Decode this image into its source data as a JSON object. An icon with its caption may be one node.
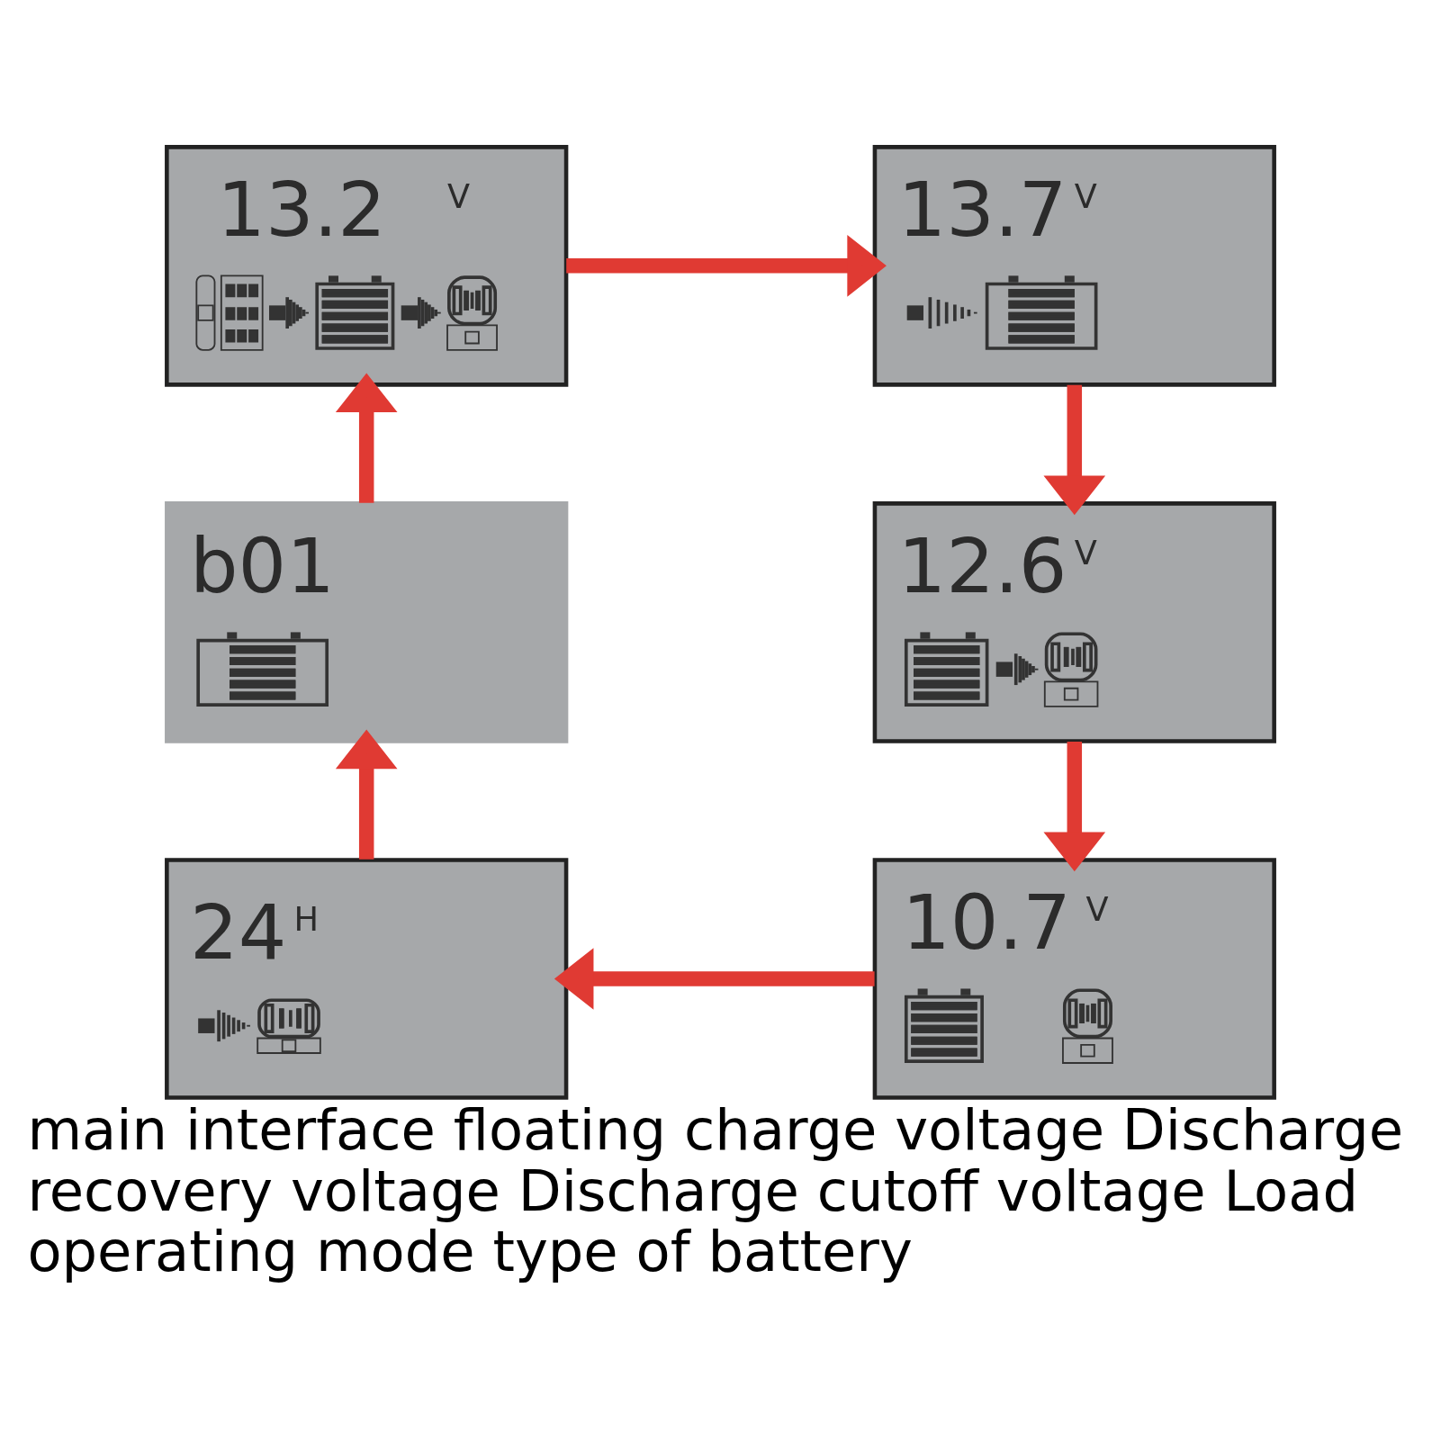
{
  "diagram": {
    "caption": "main interface floating charge voltage Discharge recovery voltage Discharge cutoff voltage Load operating mode type of battery",
    "nodes": [
      {
        "text": [
          "13.2",
          "V"
        ]
      },
      {
        "text": [
          "13.7",
          "V"
        ]
      },
      {
        "text": [
          "b01"
        ]
      },
      {
        "text": [
          "12.6",
          "V"
        ]
      },
      {
        "text": [
          "24",
          "H"
        ]
      },
      {
        "text": [
          "10.7",
          "V"
        ]
      }
    ],
    "edges": [
      {
        "from": 0,
        "to": 1,
        "arrow": "to"
      },
      {
        "from": 1,
        "to": 3,
        "arrow": "to"
      },
      {
        "from": 3,
        "to": 5,
        "arrow": "to"
      },
      {
        "from": 5,
        "to": 4,
        "arrow": "to"
      },
      {
        "from": 4,
        "to": 2,
        "arrow": "to"
      },
      {
        "from": 2,
        "to": 0,
        "arrow": "to"
      }
    ]
  }
}
